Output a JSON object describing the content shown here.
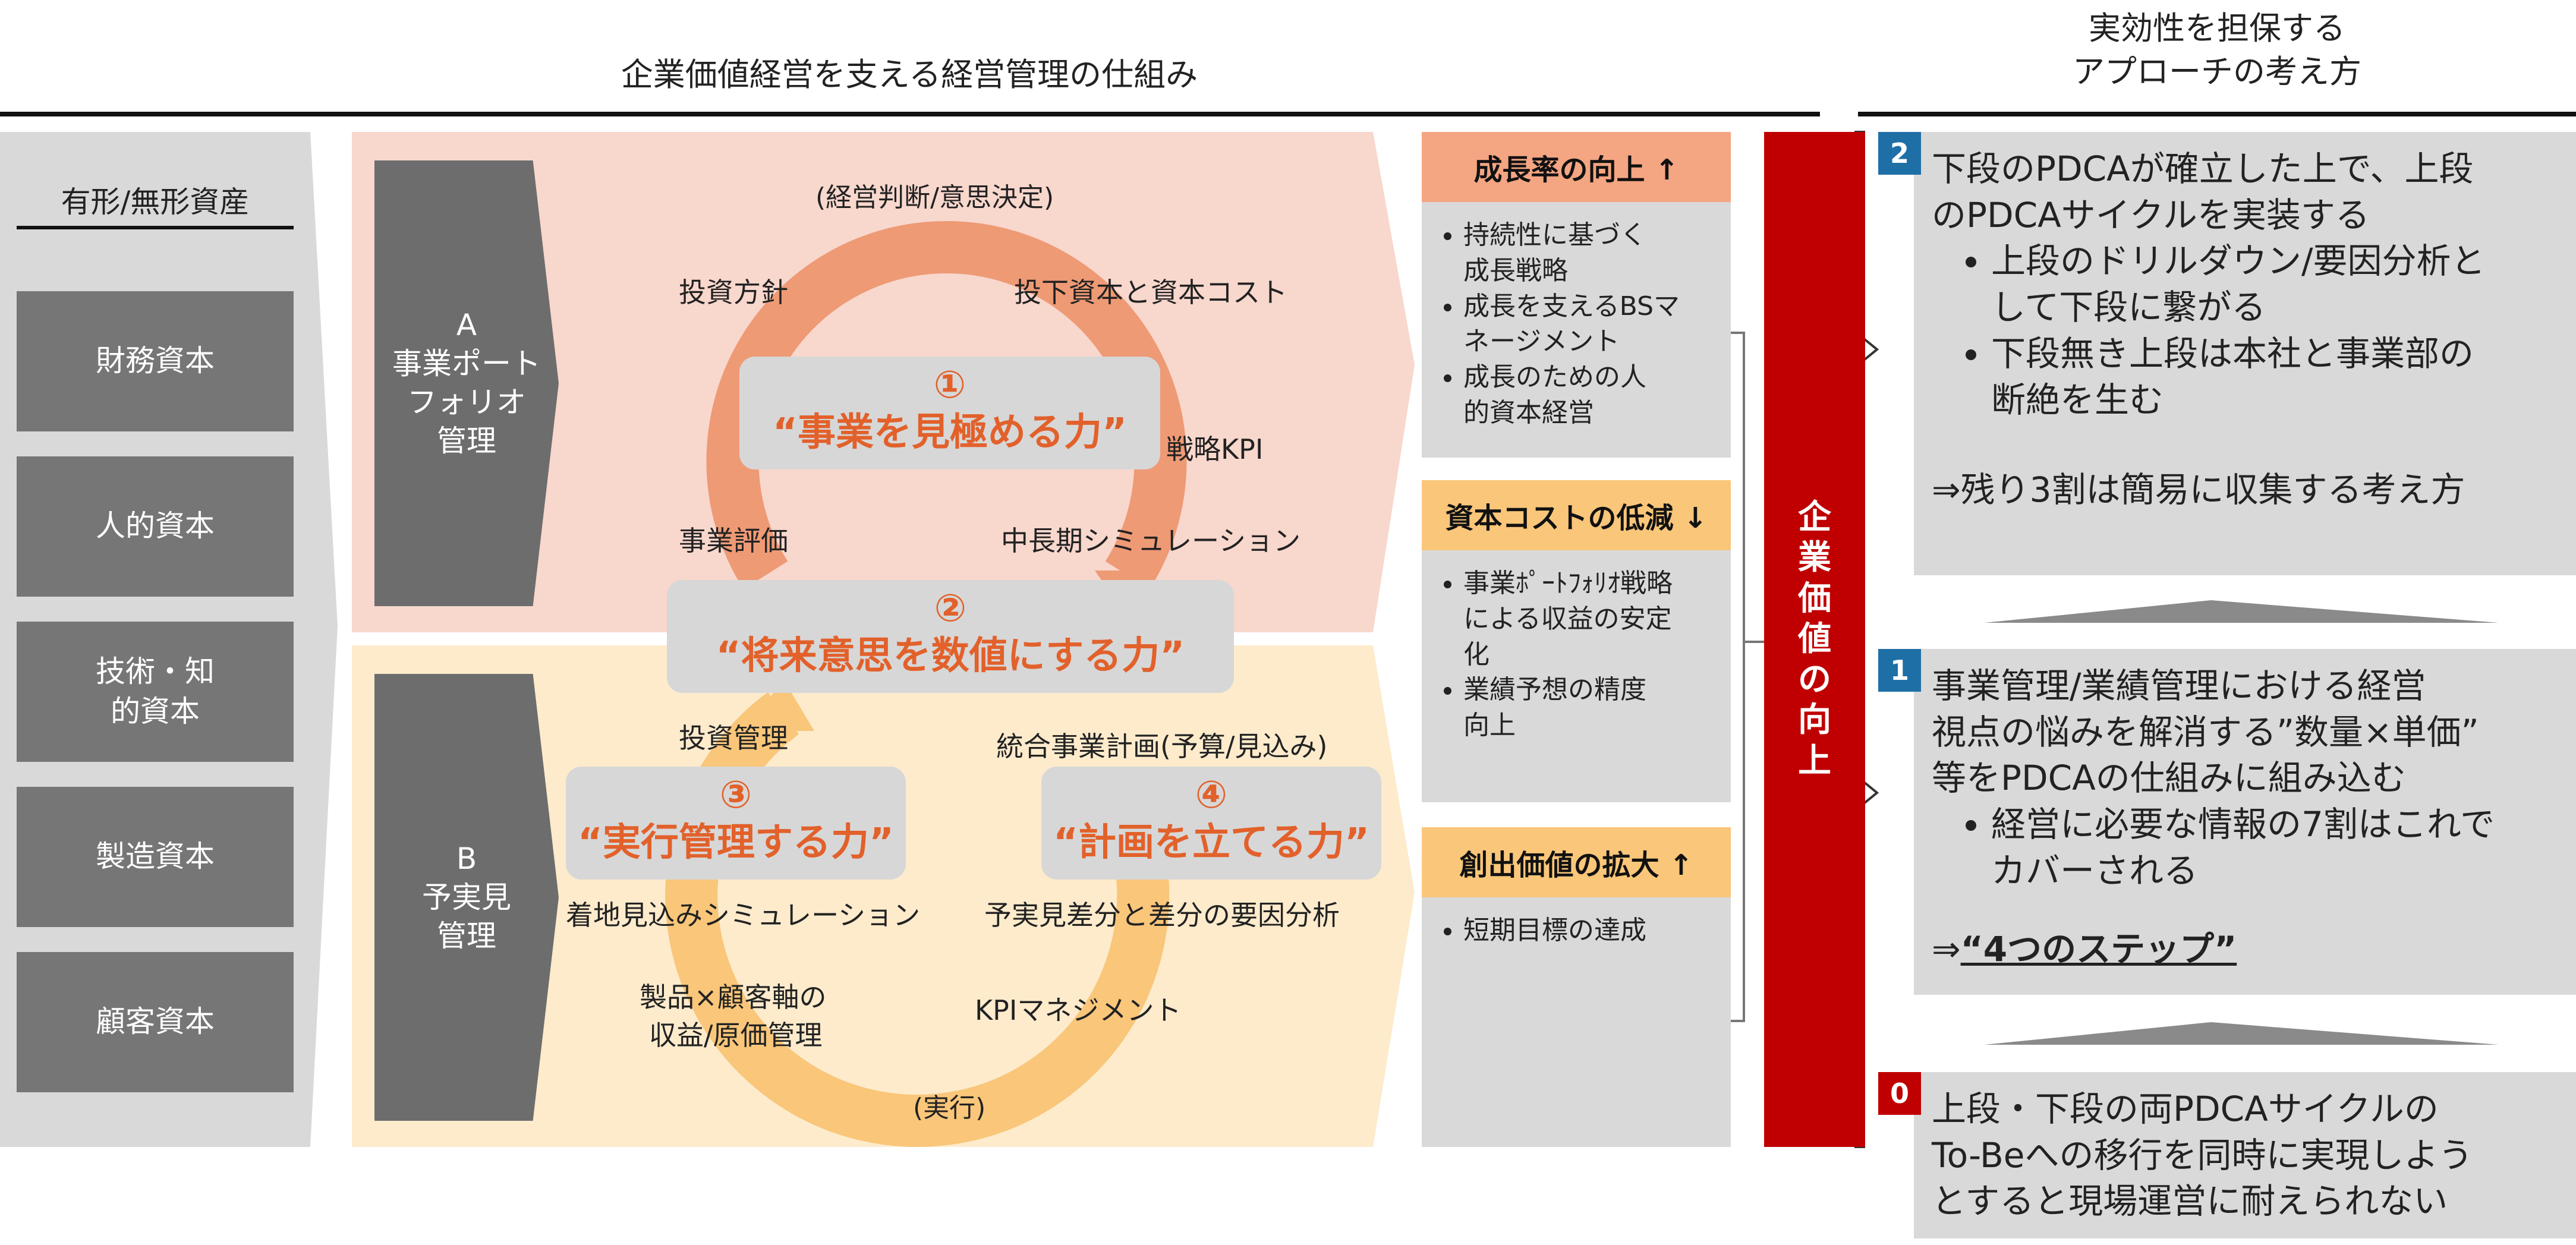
{
  "header": {
    "center_title": "企業価値経営を支える経営管理の仕組み",
    "right_title_line1": "実効性を担保する",
    "right_title_line2": "アプローチの考え方"
  },
  "assets": {
    "title": "有形/無形資産",
    "items": [
      "財務資本",
      "人的資本",
      "技術・知的資本",
      "製造資本",
      "顧客資本"
    ]
  },
  "section_a": {
    "label": "A\n事業ポート\nフォリオ\n管理"
  },
  "section_b": {
    "label": "B\n予実見\n管理"
  },
  "cycle_labels": {
    "top": "(経営判断/意思決定)",
    "investment_policy": "投資方針",
    "capital_cost": "投下資本と資本コスト",
    "strategic_kpi": "戦略KPI",
    "business_eval": "事業評価",
    "mid_long_sim": "中長期シミュレーション",
    "investment_mgmt": "投資管理",
    "integrated_plan": "統合事業計画(予算/見込み)",
    "landing_sim": "着地見込みシミュレーション",
    "variance_analysis": "予実見差分と差分の要因分析",
    "product_customer_1": "製品×顧客軸の",
    "product_customer_2": "収益/原価管理",
    "kpi_mgmt": "KPIマネジメント",
    "bottom": "(実行)"
  },
  "capabilities": [
    {
      "num": "①",
      "text": "“事業を見極める力”"
    },
    {
      "num": "②",
      "text": "“将来意思を数値にする力”"
    },
    {
      "num": "③",
      "text": "“実行管理する力”"
    },
    {
      "num": "④",
      "text": "“計画を立てる力”"
    }
  ],
  "outcomes": [
    {
      "title": "成長率の向上 ↑",
      "color": "#f4a582",
      "bullets": [
        "持続性に基づく成長戦略",
        "成長を支えるBSマネージメント",
        "成長のための人的資本経営"
      ]
    },
    {
      "title": "資本コストの低減 ↓",
      "color": "#f9c67a",
      "bullets": [
        "事業ﾎﾟｰﾄﾌｫﾘｵ戦略による収益の安定化",
        "業績予想の精度向上"
      ]
    },
    {
      "title": "創出価値の拡大 ↑",
      "color": "#f9c67a",
      "bullets": [
        "短期目標の達成"
      ]
    }
  ],
  "value_bar": {
    "text": "企業価値の向上"
  },
  "approach": [
    {
      "badge": "2",
      "badge_color": "#1f6fa7",
      "lines": [
        "下段のPDCAが確立した上で、上段",
        "のPDCAサイクルを実装する"
      ],
      "bullets": [
        [
          "上段のドリルダウン/要因分析と",
          "して下段に繋がる"
        ],
        [
          "下段無き上段は本社と事業部の",
          "断絶を生む"
        ]
      ],
      "footer": "⇒残り3割は簡易に収集する考え方"
    },
    {
      "badge": "1",
      "badge_color": "#1f6fa7",
      "lines": [
        "事業管理/業績管理における経営",
        "視点の悩みを解消する”数量×単価”",
        "等をPDCAの仕組みに組み込む"
      ],
      "bullets": [
        [
          "経営に必要な情報の7割はこれで",
          "カバーされる"
        ]
      ],
      "footer_prefix": "⇒",
      "footer_emph": "“4つのステップ”"
    },
    {
      "badge": "0",
      "badge_color": "#c00000",
      "lines": [
        "上段・下段の両PDCAサイクルの",
        "To-Beへの移行を同時に実現しよう",
        "とすると現場運営に耐えられない"
      ]
    }
  ]
}
